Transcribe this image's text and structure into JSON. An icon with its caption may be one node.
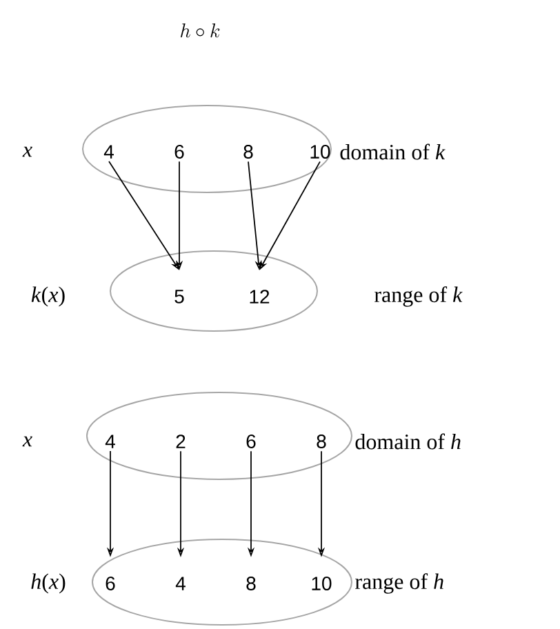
{
  "diagram": {
    "title": "h \\circ k",
    "nodes": [
      {
        "text": [],
        "shape": "ellipse",
        "beside": [
          "x",
          "domain of *k*"
        ]
      },
      {
        "text": [
          "4"
        ],
        "in": 0
      },
      {
        "text": [
          "6"
        ],
        "in": 0
      },
      {
        "text": [
          "8"
        ],
        "in": 0
      },
      {
        "text": [
          "10"
        ],
        "in": 0
      },
      {
        "text": [],
        "shape": "ellipse",
        "beside": [
          "*k*(*x*)",
          "range of *k*"
        ]
      },
      {
        "text": [
          "5"
        ],
        "in": 5
      },
      {
        "text": [
          "12"
        ],
        "in": 5
      },
      {
        "text": [],
        "shape": "ellipse",
        "beside": [
          "x",
          "domain of *h*"
        ]
      },
      {
        "text": [
          "4"
        ],
        "in": 8
      },
      {
        "text": [
          "2"
        ],
        "in": 8
      },
      {
        "text": [
          "6"
        ],
        "in": 8
      },
      {
        "text": [
          "8"
        ],
        "in": 8
      },
      {
        "text": [],
        "shape": "ellipse",
        "beside": [
          "*h*(*x*)",
          "range of *h*"
        ]
      },
      {
        "text": [
          "6"
        ],
        "in": 13
      },
      {
        "text": [
          "4"
        ],
        "in": 13
      },
      {
        "text": [
          "8"
        ],
        "in": 13
      },
      {
        "text": [
          "10"
        ],
        "in": 13
      }
    ],
    "edges": [
      {
        "from": 1,
        "to": 6,
        "arrow": "to"
      },
      {
        "from": 2,
        "to": 6,
        "arrow": "to"
      },
      {
        "from": 3,
        "to": 7,
        "arrow": "to"
      },
      {
        "from": 4,
        "to": 7,
        "arrow": "to"
      },
      {
        "from": 9,
        "to": 14,
        "arrow": "to"
      },
      {
        "from": 10,
        "to": 15,
        "arrow": "to"
      },
      {
        "from": 11,
        "to": 16,
        "arrow": "to"
      },
      {
        "from": 12,
        "to": 17,
        "arrow": "to"
      }
    ]
  }
}
